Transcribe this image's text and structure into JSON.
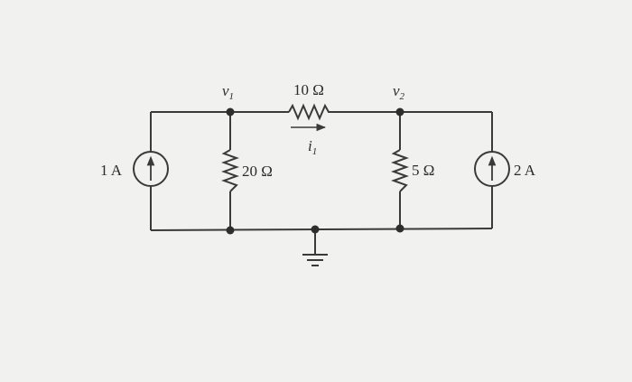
{
  "diagram": {
    "node_labels": {
      "v1": {
        "main": "v",
        "sub": "1"
      },
      "v2": {
        "main": "v",
        "sub": "2"
      }
    },
    "components": {
      "source_left": {
        "label": "1 A"
      },
      "resistor_20": {
        "label": "20 Ω"
      },
      "resistor_10": {
        "label": "10 Ω"
      },
      "current_i1": {
        "main": "i",
        "sub": "1"
      },
      "resistor_5": {
        "label": "5 Ω"
      },
      "source_right": {
        "label": "2 A"
      }
    },
    "colors": {
      "wire": "#3a3a3a",
      "background": "#f1f1ef",
      "node": "#2e2e2e"
    }
  }
}
